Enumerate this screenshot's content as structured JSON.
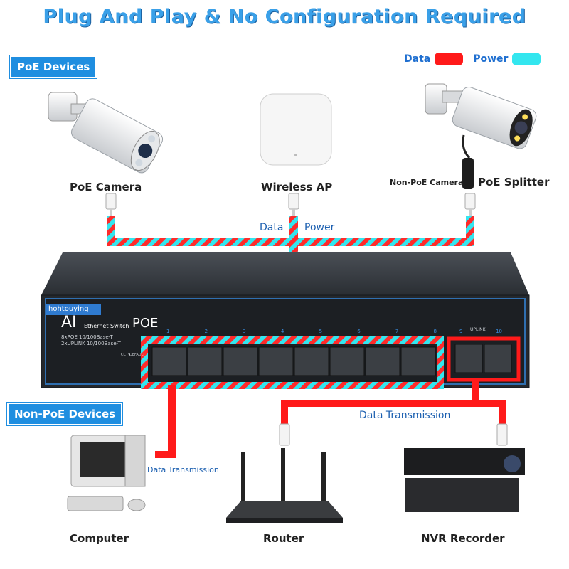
{
  "title": "Plug And Play & No Configuration Required",
  "legend": {
    "data_label": "Data",
    "power_label": "Power",
    "data_color": "#ff1a1a",
    "power_color": "#33e6ef"
  },
  "sections": {
    "poe": "PoE Devices",
    "non_poe": "Non-PoE Devices"
  },
  "devices": {
    "poe_camera": "PoE Camera",
    "wireless_ap": "Wireless AP",
    "non_poe_camera": "Non-PoE Camera",
    "poe_splitter": "PoE Splitter",
    "computer": "Computer",
    "router": "Router",
    "nvr": "NVR Recorder"
  },
  "links": {
    "top_data": "Data",
    "top_power": "Power",
    "computer_data": "Data Transmission",
    "nvr_data": "Data Transmission"
  },
  "switch": {
    "brand": "hohtouying",
    "model": "AI",
    "subtitle": "Ethernet Switch",
    "poe": "POE",
    "spec1": "8xPOE 10/100Base-T",
    "spec2": "2xUPLINK 10/100Base-T",
    "cctv": "CCTV",
    "default": "DEFAULT",
    "uplink": "UPLINK",
    "port_numbers": [
      "1",
      "2",
      "3",
      "4",
      "5",
      "6",
      "7",
      "8"
    ],
    "uplink_numbers": [
      "9",
      "10"
    ]
  }
}
